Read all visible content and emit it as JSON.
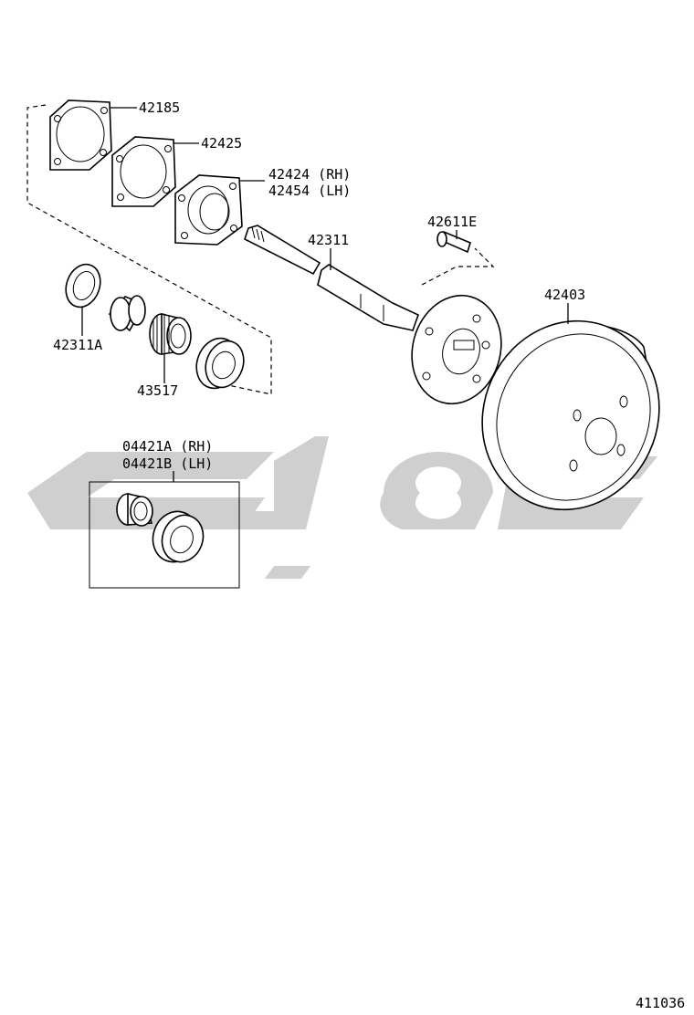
{
  "diagram": {
    "labels": {
      "p42185": "42185",
      "p42425": "42425",
      "p42424": "42424 (RH)",
      "p42454": "42454 (LH)",
      "p42611E": "42611E",
      "p42311": "42311",
      "p42403": "42403",
      "p42311A": "42311A",
      "p43517": "43517",
      "p04421A": "04421A (RH)",
      "p04421B": "04421B (LH)",
      "figure_number": "411036"
    },
    "colors": {
      "ink": "#000000",
      "watermark": "#cfcfcf"
    }
  }
}
